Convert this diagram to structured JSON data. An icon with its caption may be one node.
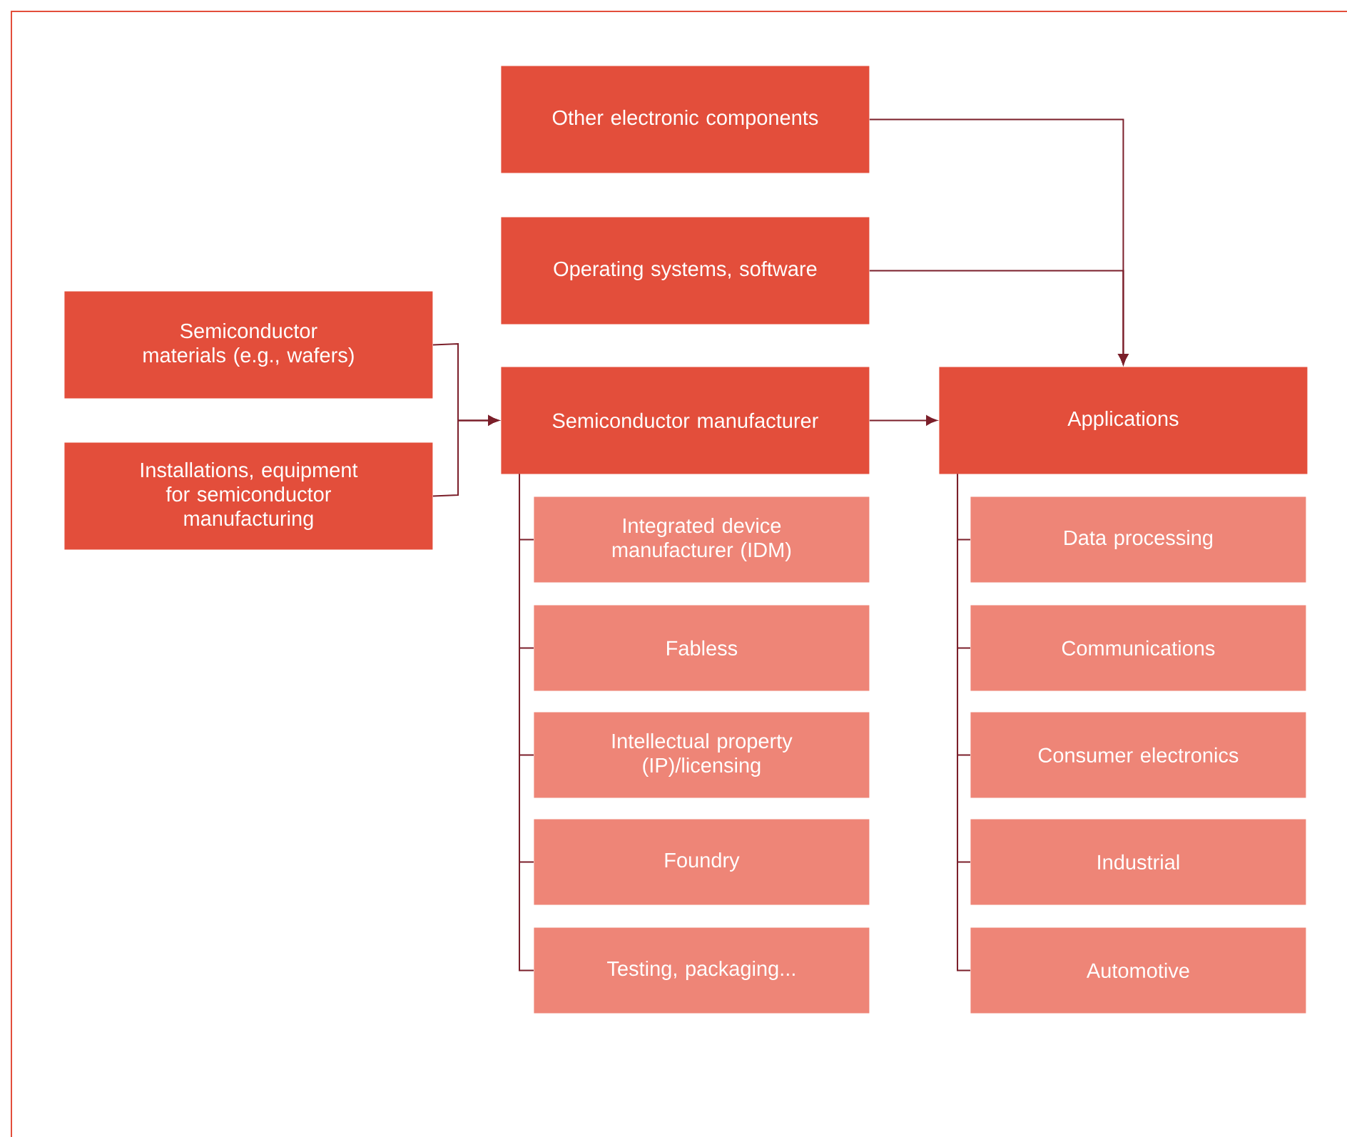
{
  "diagram": {
    "nodes": [
      {
        "text": [
          "Other electronic components"
        ]
      },
      {
        "text": [
          "Operating systems, software"
        ]
      },
      {
        "text": [
          "Semiconductor materials (e.g., wafers)"
        ]
      },
      {
        "text": [
          "Installations, equipment for semiconductor manufacturing"
        ]
      },
      {
        "text": [
          "Semiconductor manufacturer"
        ]
      },
      {
        "text": [
          "Applications"
        ]
      },
      {
        "text": [
          "Integrated device manufacturer (IDM)"
        ]
      },
      {
        "text": [
          "Fabless"
        ]
      },
      {
        "text": [
          "Intellectual property (IP)/licensing"
        ]
      },
      {
        "text": [
          "Foundry"
        ]
      },
      {
        "text": [
          "Testing, packaging..."
        ]
      },
      {
        "text": [
          "Data processing"
        ]
      },
      {
        "text": [
          "Communications"
        ]
      },
      {
        "text": [
          "Consumer electronics"
        ]
      },
      {
        "text": [
          "Industrial"
        ]
      },
      {
        "text": [
          "Automotive"
        ]
      }
    ],
    "edges": [
      {
        "from": 0,
        "to": 5,
        "arrow": "to"
      },
      {
        "from": 1,
        "to": 5,
        "arrow": "to"
      },
      {
        "from": 2,
        "to": 4,
        "arrow": "to"
      },
      {
        "from": 3,
        "to": 4,
        "arrow": "to"
      },
      {
        "from": 4,
        "to": 5,
        "arrow": "to"
      },
      {
        "from": 4,
        "to": 6,
        "arrow": "none"
      },
      {
        "from": 4,
        "to": 7,
        "arrow": "none"
      },
      {
        "from": 4,
        "to": 8,
        "arrow": "none"
      },
      {
        "from": 4,
        "to": 9,
        "arrow": "none"
      },
      {
        "from": 4,
        "to": 10,
        "arrow": "none"
      },
      {
        "from": 5,
        "to": 11,
        "arrow": "none"
      },
      {
        "from": 5,
        "to": 12,
        "arrow": "none"
      },
      {
        "from": 5,
        "to": 13,
        "arrow": "none"
      },
      {
        "from": 5,
        "to": 14,
        "arrow": "none"
      },
      {
        "from": 5,
        "to": 15,
        "arrow": "none"
      }
    ]
  }
}
